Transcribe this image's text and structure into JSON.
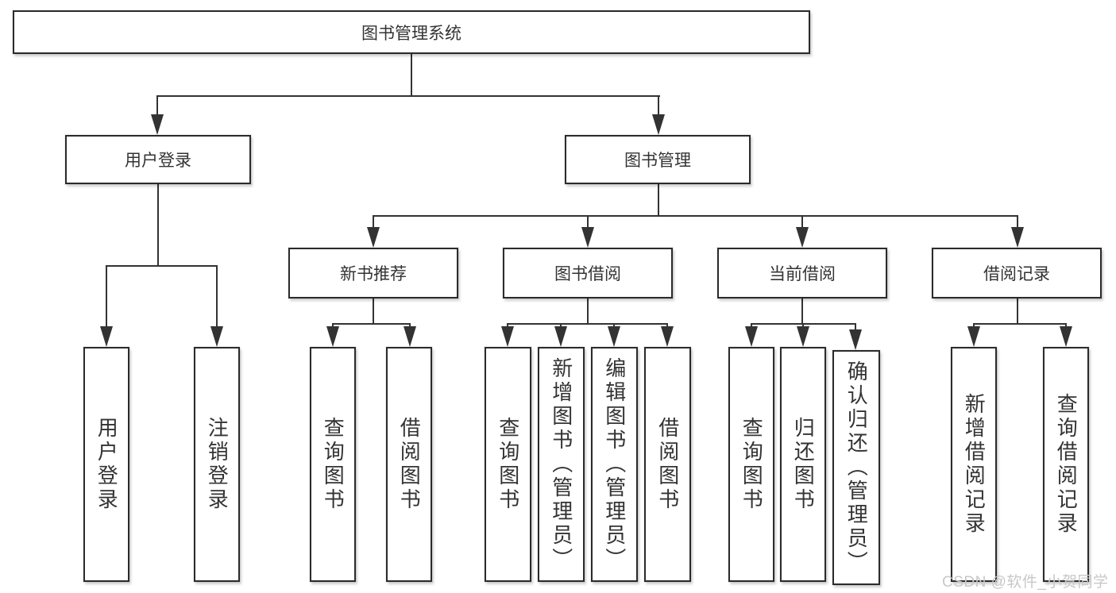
{
  "nodes": {
    "root": "图书管理系统",
    "login": "用户登录",
    "book_mgmt": "图书管理",
    "new_books": "新书推荐",
    "book_borrow": "图书借阅",
    "current_borrow": "当前借阅",
    "borrow_records": "借阅记录"
  },
  "leaves": {
    "login": [
      "用户登录",
      "注销登录"
    ],
    "new_books": [
      "查询图书",
      "借阅图书"
    ],
    "book_borrow": [
      "查询图书",
      "新增图书（管理员）",
      "编辑图书（管理员）",
      "借阅图书"
    ],
    "current_borrow": [
      "查询图书",
      "归还图书",
      "确认归还（管理员）"
    ],
    "borrow_records": [
      "新增借阅记录",
      "查询借阅记录"
    ]
  },
  "watermark": "CSDN @软件_小贺同学",
  "colors": {
    "line": "#333333",
    "box_border": "#2b2b2b",
    "text": "#333333",
    "watermark": "#c8c8c8",
    "background": "#ffffff"
  }
}
